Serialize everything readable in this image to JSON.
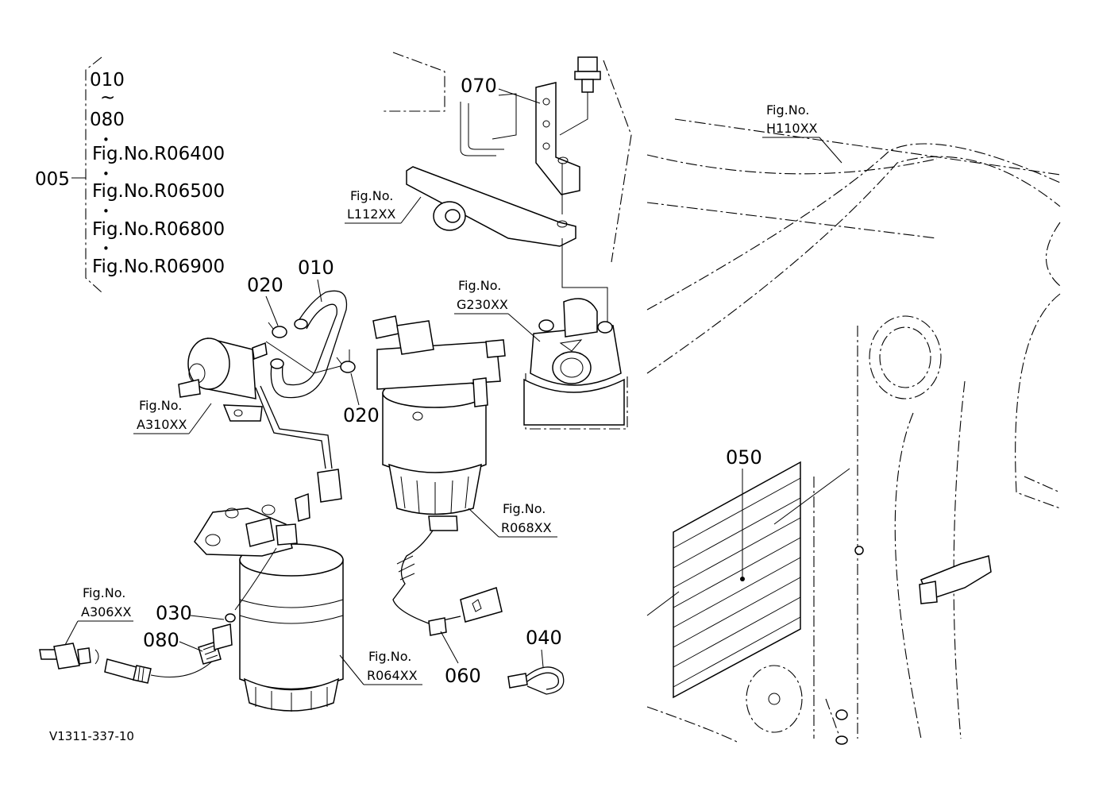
{
  "bracket": {
    "ref": "005",
    "range_start": "010",
    "range_tilde": "~",
    "range_end": "080",
    "bullet": "•",
    "figs": [
      "Fig.No.R06400",
      "Fig.No.R06500",
      "Fig.No.R06800",
      "Fig.No.R06900"
    ]
  },
  "callouts": {
    "p070": "070",
    "p010": "010",
    "p020a": "020",
    "p020b": "020",
    "p050": "050",
    "p030": "030",
    "p080": "080",
    "p040": "040",
    "p060": "060"
  },
  "refs": {
    "l112_fig": "Fig.No.",
    "l112_code": "L112XX",
    "g230_fig": "Fig.No.",
    "g230_code": "G230XX",
    "h110_fig": "Fig.No.",
    "h110_code": "H110XX",
    "a310_fig": "Fig.No.",
    "a310_code": "A310XX",
    "r068_fig": "Fig.No.",
    "r068_code": "R068XX",
    "a306_fig": "Fig.No.",
    "a306_code": "A306XX",
    "r064_fig": "Fig.No.",
    "r064_code": "R064XX"
  },
  "footer_code": "V1311-337-10"
}
